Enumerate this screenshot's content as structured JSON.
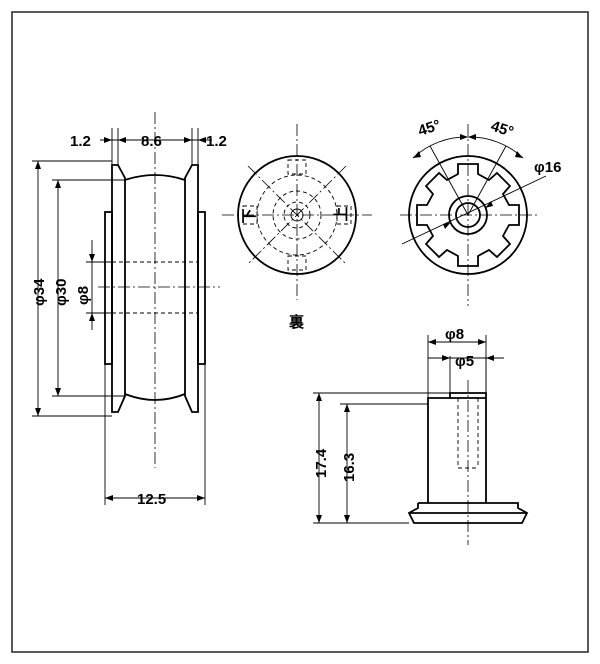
{
  "colors": {
    "ink": "#000000",
    "background": "#ffffff",
    "frame": "#222222"
  },
  "side_view": {
    "dim_left_flange": "1.2",
    "dim_width_mid": "8.6",
    "dim_right_flange": "1.2",
    "dim_outer_dia": "φ34",
    "dim_roller_dia": "φ30",
    "dim_bore_dia": "φ8",
    "dim_total_width": "12.5"
  },
  "back_view": {
    "mark_left": "下",
    "mark_right": "上",
    "caption": "裏"
  },
  "front_view": {
    "angle_left": "45°",
    "angle_right": "45°",
    "dim_hub_dia": "φ16"
  },
  "axle_view": {
    "dim_base_dia": "φ8",
    "dim_pin_dia": "φ5",
    "dim_total_height": "17.4",
    "dim_body_height": "16.3"
  }
}
